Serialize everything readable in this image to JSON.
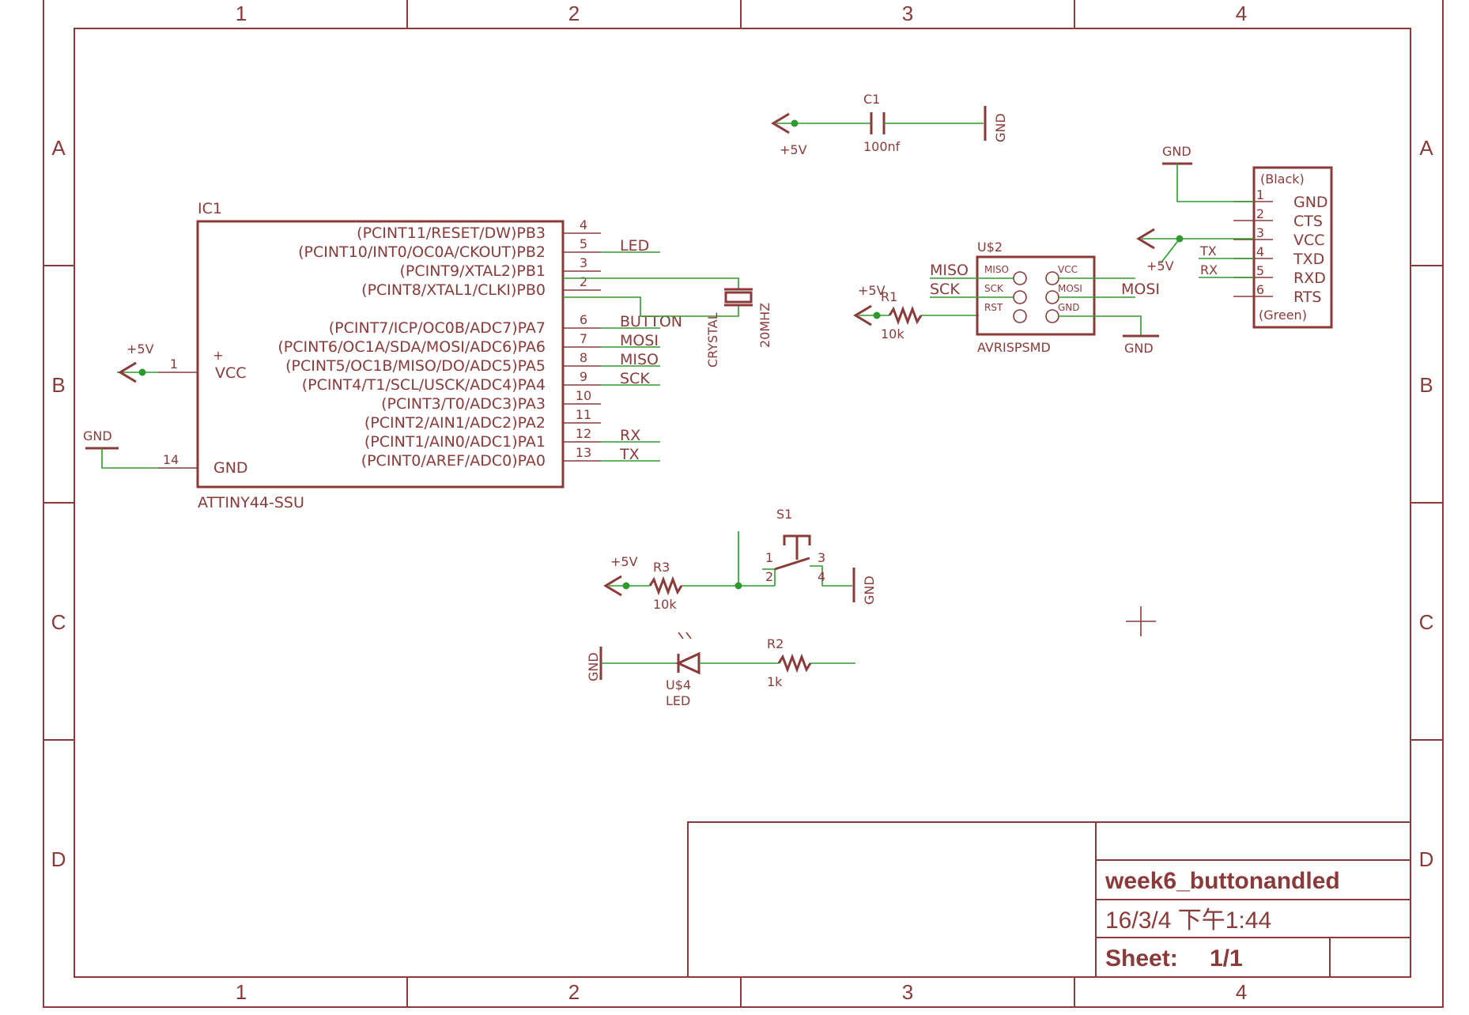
{
  "frame": {
    "columns": [
      "1",
      "2",
      "3",
      "4"
    ],
    "rows": [
      "A",
      "B",
      "C",
      "D"
    ]
  },
  "ic1": {
    "ref": "IC1",
    "value": "ATTINY44-SSU",
    "pins_right": [
      {
        "num": "4",
        "name": "(PCINT11/RESET/DW)PB3",
        "net": ""
      },
      {
        "num": "5",
        "name": "(PCINT10/INT0/OC0A/CKOUT)PB2",
        "net": "LED"
      },
      {
        "num": "3",
        "name": "(PCINT9/XTAL2)PB1",
        "net": ""
      },
      {
        "num": "2",
        "name": "(PCINT8/XTAL1/CLKI)PB0",
        "net": ""
      },
      {
        "num": "6",
        "name": "(PCINT7/ICP/OC0B/ADC7)PA7",
        "net": "BUTTON"
      },
      {
        "num": "7",
        "name": "(PCINT6/OC1A/SDA/MOSI/ADC6)PA6",
        "net": "MOSI"
      },
      {
        "num": "8",
        "name": "(PCINT5/OC1B/MISO/DO/ADC5)PA5",
        "net": "MISO"
      },
      {
        "num": "9",
        "name": "(PCINT4/T1/SCL/USCK/ADC4)PA4",
        "net": "SCK"
      },
      {
        "num": "10",
        "name": "(PCINT3/T0/ADC3)PA3",
        "net": ""
      },
      {
        "num": "11",
        "name": "(PCINT2/AIN1/ADC2)PA2",
        "net": ""
      },
      {
        "num": "12",
        "name": "(PCINT1/AIN0/ADC1)PA1",
        "net": "RX"
      },
      {
        "num": "13",
        "name": "(PCINT0/AREF/ADC0)PA0",
        "net": "TX"
      }
    ],
    "vcc_pin": {
      "num": "1",
      "name": "VCC",
      "plus": "+"
    },
    "gnd_pin": {
      "num": "14",
      "name": "GND"
    }
  },
  "supplies": {
    "vcc": "+5V",
    "gnd": "GND"
  },
  "c1": {
    "ref": "C1",
    "value": "100nf"
  },
  "crystal": {
    "ref": "CRYSTAL",
    "value": "20MHZ"
  },
  "r1": {
    "ref": "R1",
    "value": "10k"
  },
  "r2": {
    "ref": "R2",
    "value": "1k"
  },
  "r3": {
    "ref": "R3",
    "value": "10k"
  },
  "s1": {
    "ref": "S1",
    "pins": [
      "1",
      "2",
      "3",
      "4"
    ]
  },
  "led": {
    "ref": "U$4",
    "value": "LED"
  },
  "isp": {
    "ref": "U$2",
    "value": "AVRISPSMD",
    "left_pins": [
      "MISO",
      "SCK",
      "RST"
    ],
    "right_pins": [
      "VCC",
      "MOSI",
      "GND"
    ],
    "nets": {
      "miso": "MISO",
      "sck": "SCK",
      "mosi": "MOSI"
    }
  },
  "ftdi": {
    "top": "(Black)",
    "bottom": "(Green)",
    "pins": [
      {
        "num": "1",
        "name": "GND"
      },
      {
        "num": "2",
        "name": "CTS"
      },
      {
        "num": "3",
        "name": "VCC"
      },
      {
        "num": "4",
        "name": "TXD"
      },
      {
        "num": "5",
        "name": "RXD"
      },
      {
        "num": "6",
        "name": "RTS"
      }
    ],
    "nets": {
      "tx": "TX",
      "rx": "RX"
    }
  },
  "titleblock": {
    "name": "week6_buttonandled",
    "date": "16/3/4 下午1:44",
    "sheet_label": "Sheet:",
    "sheet_value": "1/1"
  }
}
